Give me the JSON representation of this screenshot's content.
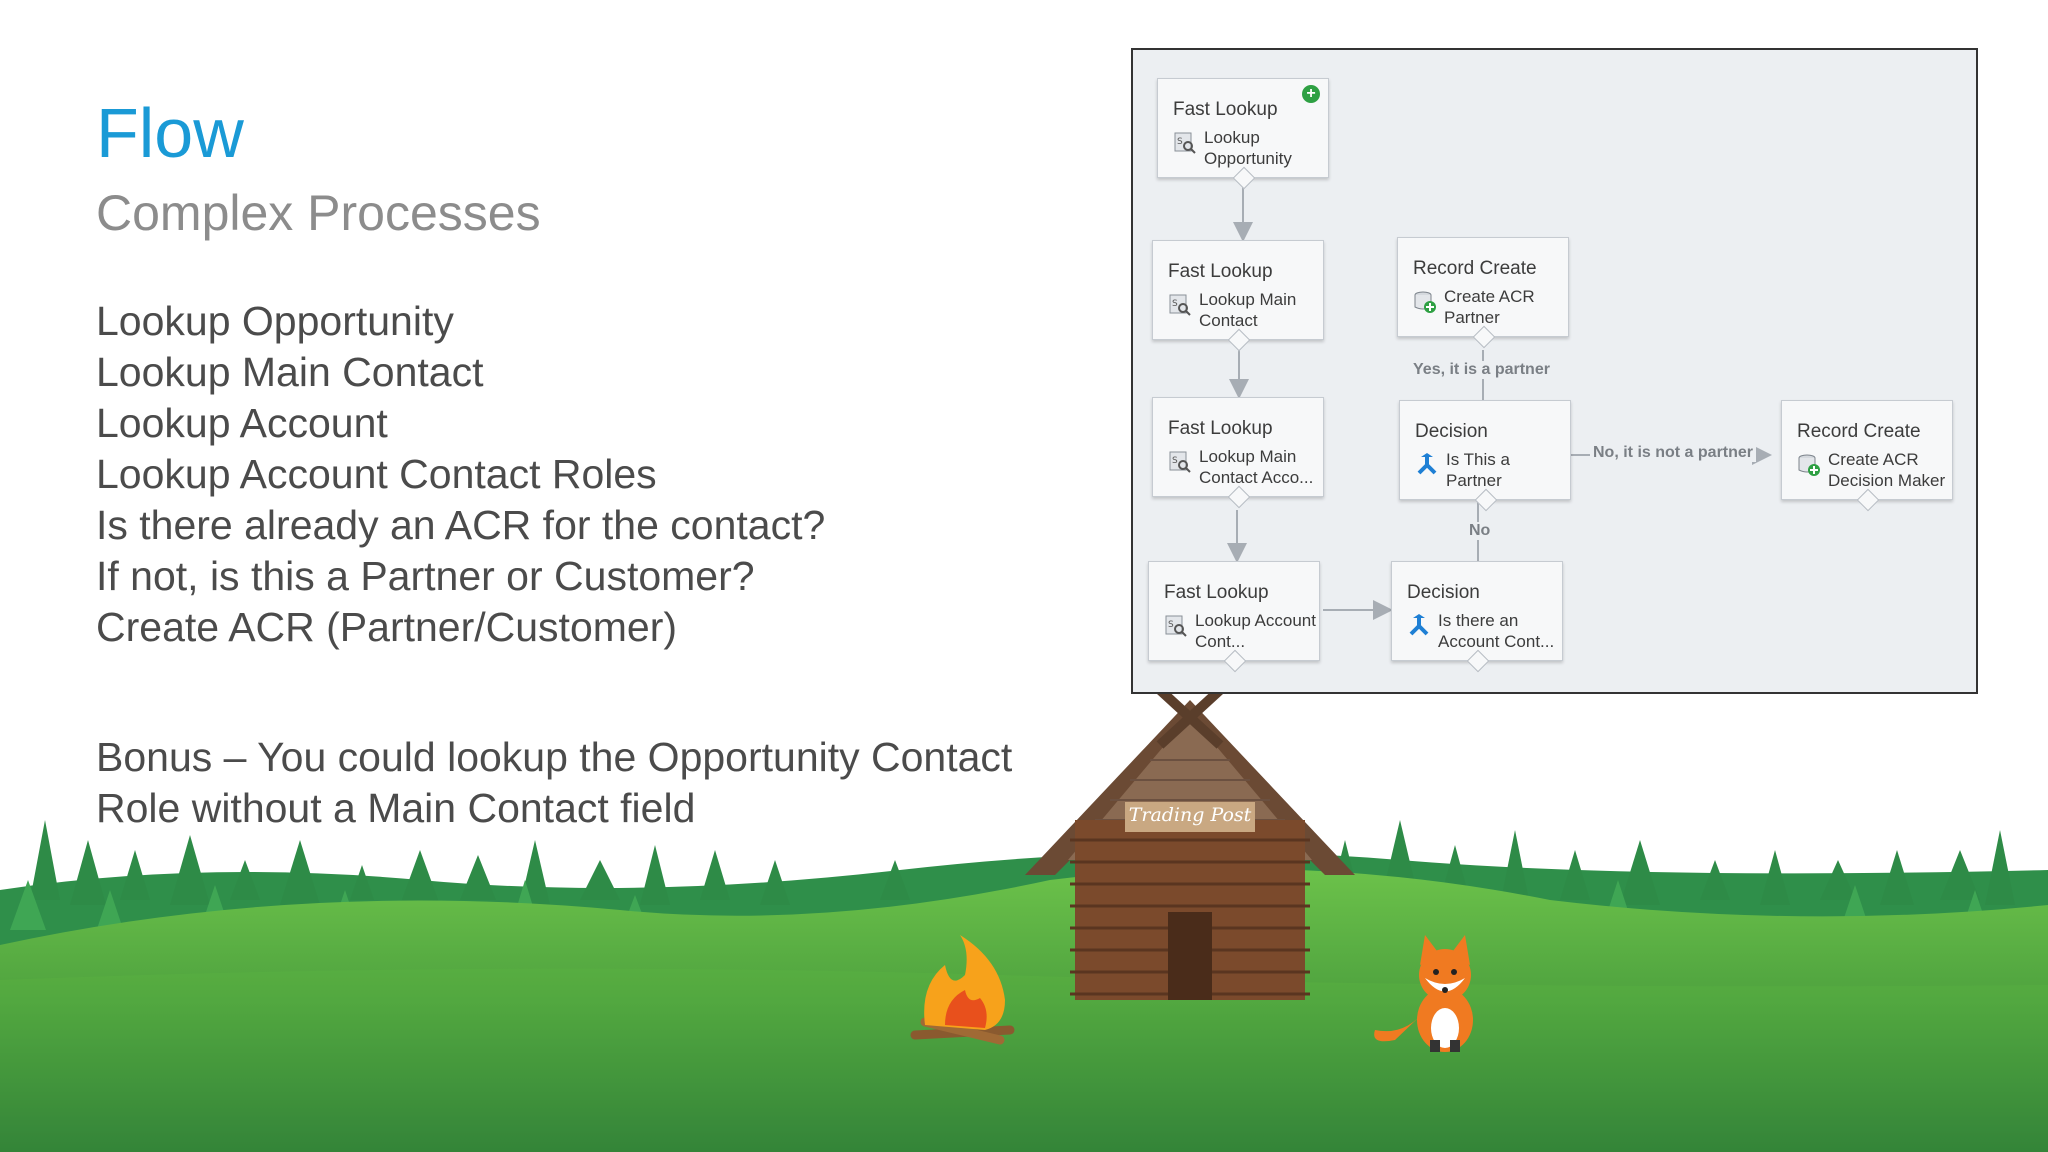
{
  "slide": {
    "title": "Flow",
    "subtitle": "Complex Processes",
    "bullets": [
      "Lookup Opportunity",
      "Lookup Main Contact",
      "Lookup Account",
      "Lookup Account Contact Roles",
      "Is there already an ACR for the contact?",
      "If not, is this a Partner or Customer?",
      "Create ACR (Partner/Customer)"
    ],
    "bonus": "Bonus – You could lookup the Opportunity Contact Role without a Main Contact field"
  },
  "flow": {
    "nodes": [
      {
        "type": "Fast Lookup",
        "label": "Lookup Opportunity",
        "icon": "fast-lookup-icon",
        "start": true
      },
      {
        "type": "Fast Lookup",
        "label": "Lookup Main Contact",
        "icon": "fast-lookup-icon"
      },
      {
        "type": "Fast Lookup",
        "label": "Lookup Main Contact Acco...",
        "icon": "fast-lookup-icon"
      },
      {
        "type": "Fast Lookup",
        "label": "Lookup Account Cont...",
        "icon": "fast-lookup-icon"
      },
      {
        "type": "Record Create",
        "label": "Create ACR Partner",
        "icon": "record-create-icon"
      },
      {
        "type": "Decision",
        "label": "Is This a Partner",
        "icon": "decision-icon"
      },
      {
        "type": "Decision",
        "label": "Is there an Account Cont...",
        "icon": "decision-icon"
      },
      {
        "type": "Record Create",
        "label": "Create ACR Decision Maker",
        "icon": "record-create-icon"
      }
    ],
    "connector_labels": {
      "yes_partner": "Yes, it is a partner",
      "no_partner": "No, it is not a partner",
      "no": "No"
    }
  },
  "scene": {
    "sign": "Trading Post",
    "colors": {
      "title": "#1a9ad6",
      "grass_light": "#6cc24a",
      "grass_dark": "#1f6b34",
      "trees": "#2e8b47",
      "cabin": "#7b4a2c"
    }
  }
}
